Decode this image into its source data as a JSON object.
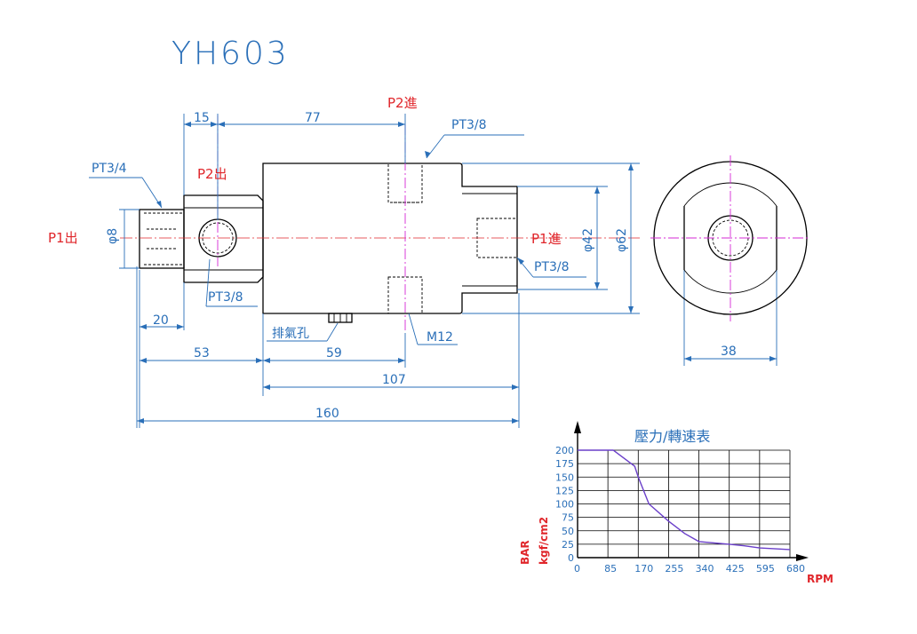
{
  "title": "YH603",
  "ports": {
    "p1_out": "P1出",
    "p2_out": "P2出",
    "p2_in": "P2進",
    "p1_in": "P1進"
  },
  "threads": {
    "pt34": "PT3/4",
    "pt38_top": "PT3/8",
    "pt38_right": "PT3/8",
    "pt38_bottom": "PT3/8",
    "m12": "M12",
    "vent": "排氣孔"
  },
  "dimensions": {
    "d15": "15",
    "d77": "77",
    "phi8": "φ8",
    "d20": "20",
    "d53": "53",
    "d59": "59",
    "d107": "107",
    "d160": "160",
    "phi42": "φ42",
    "phi62": "φ62",
    "d38": "38"
  },
  "chart_data": {
    "type": "line",
    "title": "壓力/轉速表",
    "xlabel": "RPM",
    "ylabel": [
      "BAR",
      "kgf/cm2"
    ],
    "x_ticks": [
      "0",
      "85",
      "170",
      "255",
      "340",
      "425",
      "595",
      "680"
    ],
    "y_ticks": [
      "0",
      "25",
      "50",
      "75",
      "100",
      "125",
      "150",
      "175",
      "200"
    ],
    "ylim": [
      0,
      200
    ],
    "grid": true,
    "series": [
      {
        "x": [
          0,
          100,
          160,
          170,
          200,
          255,
          300,
          340,
          425,
          510,
          595,
          680
        ],
        "y": [
          200,
          200,
          170,
          150,
          100,
          68,
          45,
          30,
          25,
          22,
          18,
          15
        ]
      }
    ]
  }
}
